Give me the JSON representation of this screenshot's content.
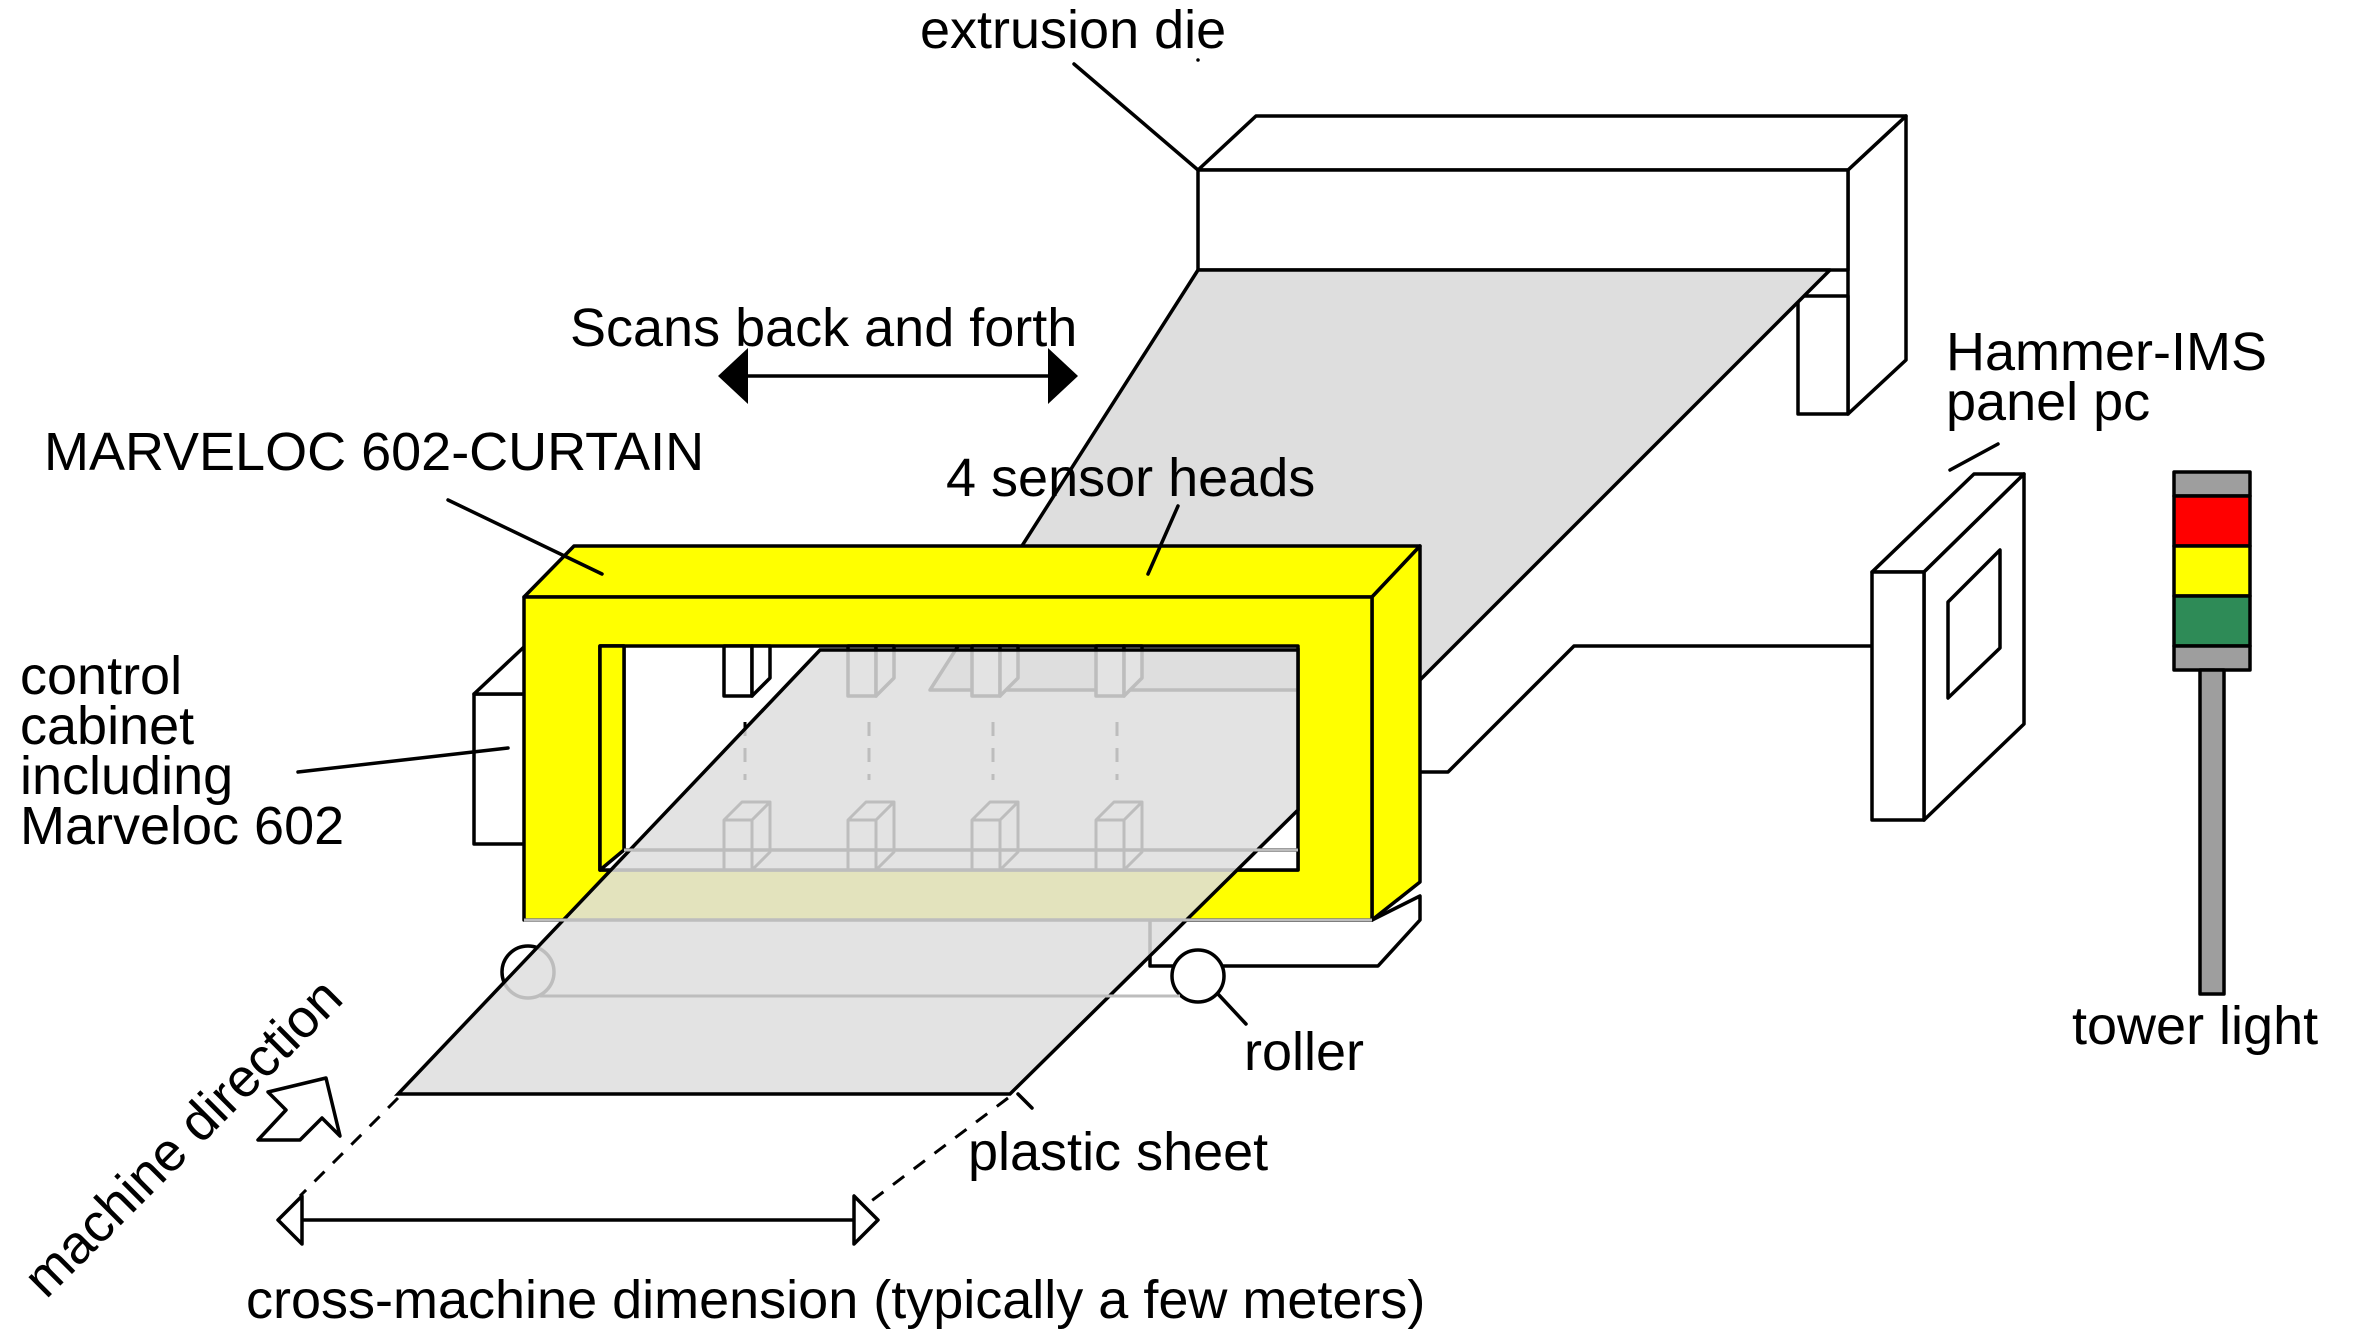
{
  "labels": {
    "extrusion_die": "extrusion die",
    "scans": "Scans back and forth",
    "hammer_ims_line1": "Hammer-IMS",
    "hammer_ims_line2": "panel pc",
    "marveloc_curtain": "MARVELOC 602-CURTAIN",
    "sensor_heads": "4 sensor heads",
    "control_cabinet": [
      "control",
      "cabinet",
      "including",
      "Marveloc 602"
    ],
    "roller": "roller",
    "tower_light": "tower light",
    "plastic_sheet": "plastic sheet",
    "machine_direction": "machine direction",
    "cross_machine": "cross-machine dimension (typically a few meters)"
  },
  "colors": {
    "frame_yellow": "#ffff00",
    "sheet_gray": "#dedede",
    "tower_red": "#ff0000",
    "tower_yellow": "#ffff00",
    "tower_green": "#2e8b57",
    "tower_gray": "#9e9e9e"
  }
}
